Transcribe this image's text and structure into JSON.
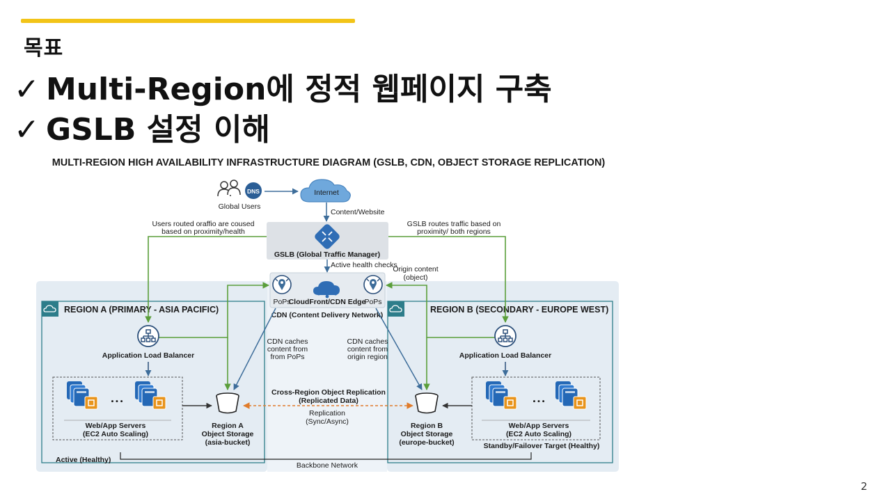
{
  "slide": {
    "goal_label": "목표",
    "check_mark": "✓",
    "items": [
      "Multi-Region에 정적 웹페이지 구축",
      "GSLB 설정 이해"
    ],
    "page_number": "2",
    "accent_color": "#f2c418"
  },
  "diagram": {
    "title": "MULTI-REGION HIGH AVAILABILITY INFRASTRUCTURE DIAGRAM (GSLB, CDN, OBJECT STORAGE REPLICATION)",
    "users_label": "Global Users",
    "dns_label": "DNS",
    "internet_label": "Internet",
    "content_website_label": "Content/Website",
    "gslb_label": "GSLB (Global Traffic Manager)",
    "left_note": [
      "Users routed oraffio are coused",
      "based on proximity/health"
    ],
    "right_note": [
      "GSLB routes traffic based on",
      "proximity/ both regions"
    ],
    "health_checks_label": "Active health checks",
    "origin_content_label": [
      "Origin content",
      "(object)"
    ],
    "pops_label": "PoPs",
    "cdn_edge_label": "CloudFront/CDN Edge",
    "cdn_label": "CDN (Content Delivery Network)",
    "cdn_cache_left": [
      "CDN caches",
      "content from",
      "from PoPs"
    ],
    "cdn_cache_right": [
      "CDN caches",
      "content from",
      "origin region"
    ],
    "region_a": {
      "title": "REGION A (PRIMARY - ASIA PACIFIC)",
      "alb_label": "Application Load Balancer",
      "servers_label": [
        "Web/App Servers",
        "(EC2 Auto Scaling)"
      ],
      "storage_label": [
        "Region A",
        "Object Storage",
        "(asia-bucket)"
      ],
      "status": "Active (Healthy)"
    },
    "region_b": {
      "title": "REGION B (SECONDARY - EUROPE WEST)",
      "alb_label": "Application Load Balancer",
      "servers_label": [
        "Web/App Servers",
        "(EC2 Auto Scaling)"
      ],
      "storage_label": [
        "Region B",
        "Object Storage",
        "(europe-bucket)"
      ],
      "status": "Standby/Failover Target (Healthy)"
    },
    "replication_title": [
      "Cross-Region Object Replication",
      "(Replicated Data)"
    ],
    "replication_sub": [
      "Replication",
      "(Sync/Async)"
    ],
    "backbone_label": "Backbone Network",
    "ellipsis": "• • •",
    "colors": {
      "region_bg": "#e4ecf3",
      "region_border": "#2d7d8a",
      "green_arrow": "#5a9e3a",
      "blue_arrow": "#3d6d9a",
      "orange": "#e07b2a",
      "server_blue": "#2468b6",
      "server_orange": "#e8941c",
      "cloud_blue": "#6fa8dc"
    }
  }
}
